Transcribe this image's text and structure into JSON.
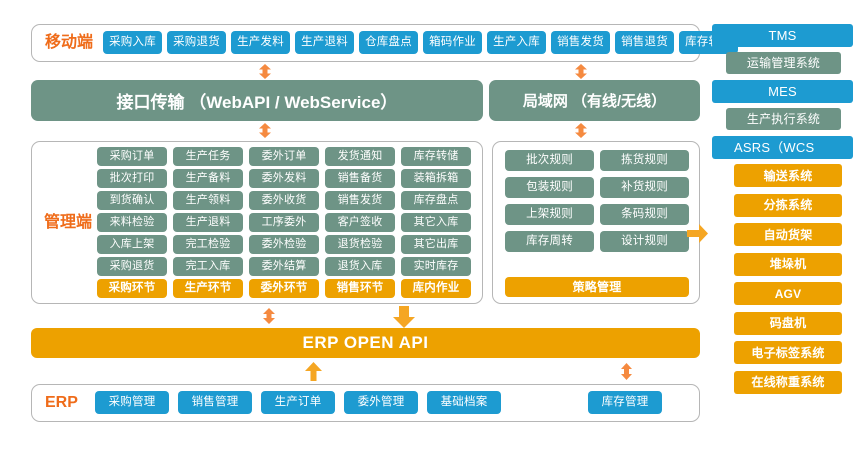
{
  "mobile": {
    "title": "移动端",
    "items": [
      "采购入库",
      "采购退货",
      "生产发料",
      "生产退料",
      "仓库盘点",
      "箱码作业",
      "生产入库",
      "销售发货",
      "销售退货",
      "库存转储"
    ]
  },
  "bands": {
    "api": "接口传输 （WebAPI / WebService）",
    "lan": "局域网 （有线/无线）"
  },
  "management": {
    "title": "管理端",
    "columns": [
      {
        "items": [
          "采购订单",
          "批次打印",
          "到货确认",
          "来料检验",
          "入库上架",
          "采购退货"
        ],
        "footer": "采购环节"
      },
      {
        "items": [
          "生产任务",
          "生产备料",
          "生产领料",
          "生产退料",
          "完工检验",
          "完工入库"
        ],
        "footer": "生产环节"
      },
      {
        "items": [
          "委外订单",
          "委外发料",
          "委外收货",
          "工序委外",
          "委外检验",
          "委外结算"
        ],
        "footer": "委外环节"
      },
      {
        "items": [
          "发货通知",
          "销售备货",
          "销售发货",
          "客户签收",
          "退货检验",
          "退货入库"
        ],
        "footer": "销售环节"
      },
      {
        "items": [
          "库存转储",
          "装箱拆箱",
          "库存盘点",
          "其它入库",
          "其它出库",
          "实时库存"
        ],
        "footer": "库内作业"
      }
    ]
  },
  "strategy": {
    "rules": [
      "批次规则",
      "拣货规则",
      "包装规则",
      "补货规则",
      "上架规则",
      "条码规则",
      "库存周转",
      "设计规则"
    ],
    "footer": "策略管理"
  },
  "openapi": {
    "label": "ERP  OPEN API"
  },
  "erp": {
    "title": "ERP",
    "items": [
      "采购管理",
      "销售管理",
      "生产订单",
      "委外管理",
      "基础档案"
    ],
    "inventory": "库存管理"
  },
  "sidebar": {
    "groups": [
      {
        "head": "TMS",
        "sub": "运输管理系统"
      },
      {
        "head": "MES",
        "sub": "生产执行系统"
      }
    ],
    "asrs_head": "ASRS（WCS",
    "asrs_items": [
      "输送系统",
      "分拣系统",
      "自动货架",
      "堆垛机",
      "AGV",
      "码盘机",
      "电子标签系统",
      "在线称重系统"
    ]
  },
  "colors": {
    "blue": "#1d9bd1",
    "green": "#6e9486",
    "orange": "#eda100",
    "accent": "#ef6c1a",
    "frame_border": "#b6b6b6"
  }
}
